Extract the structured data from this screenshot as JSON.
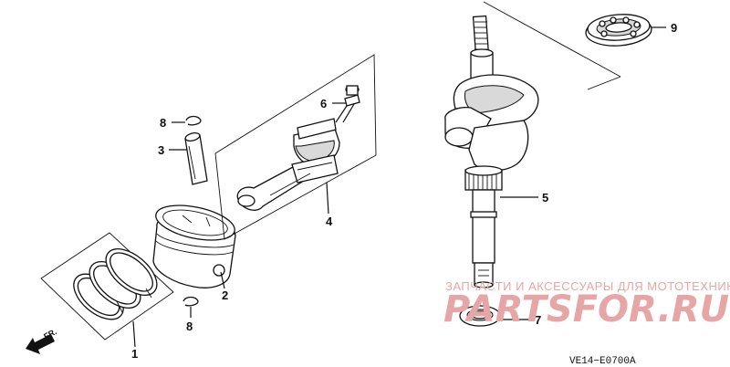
{
  "callouts": {
    "c1": "1",
    "c2": "2",
    "c3": "3",
    "c4": "4",
    "c5": "5",
    "c6": "6",
    "c7": "7",
    "c8a": "8",
    "c8b": "8",
    "c9": "9"
  },
  "direction_label": "FR.",
  "diagram_code": "VE14−E0700A",
  "watermark": {
    "line1": "ЗАПЧАСТИ И АКСЕССУАРЫ ДЛЯ МОТОТЕХНИКИ",
    "line2": "PARTSFOR.RU"
  }
}
